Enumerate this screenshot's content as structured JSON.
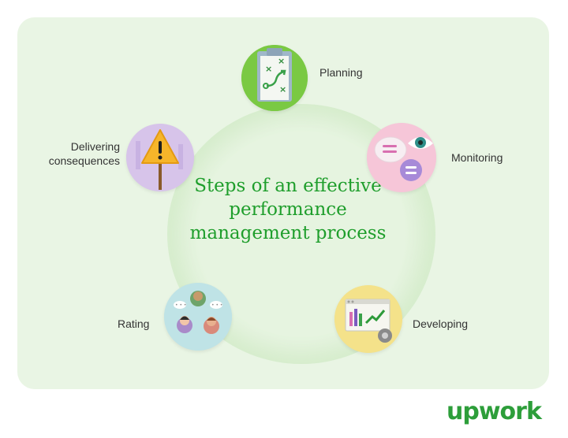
{
  "title": "Steps of an effective performance management process",
  "title_lines": [
    "Steps of an effective",
    "performance",
    "management process"
  ],
  "steps": [
    {
      "label": "Planning",
      "icon": "clipboard-plan-icon"
    },
    {
      "label": "Monitoring",
      "icon": "eye-chat-icon"
    },
    {
      "label": "Developing",
      "icon": "growth-chart-icon"
    },
    {
      "label": "Rating",
      "icon": "people-rating-icon"
    },
    {
      "label": "Delivering consequences",
      "label_lines": [
        "Delivering",
        "consequences"
      ],
      "icon": "warning-sign-icon"
    }
  ],
  "brand": {
    "name": "upwork",
    "color": "#2d9e3a"
  },
  "colors": {
    "panel": "#e9f5e4",
    "title": "#1f9e2c",
    "planning": "#7ac943",
    "monitoring": "#f6c6d8",
    "developing": "#f4e28a",
    "rating": "#bfe3e6",
    "delivering": "#d7c4ea"
  }
}
